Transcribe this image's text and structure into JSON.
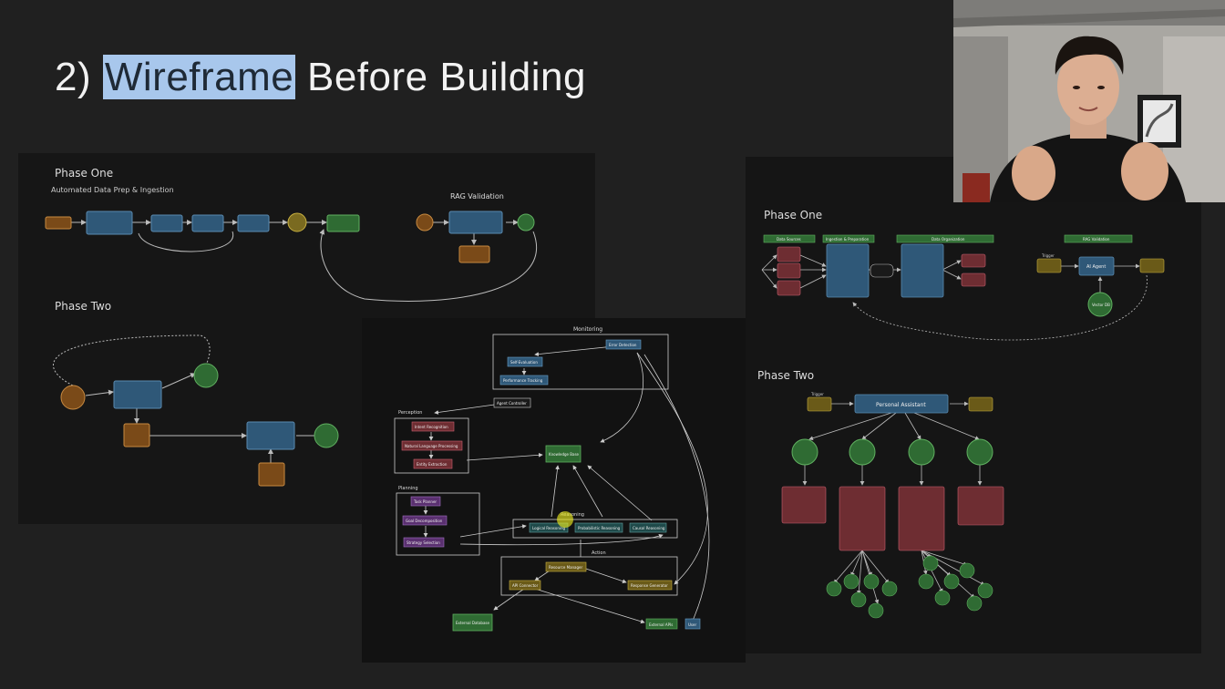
{
  "slide": {
    "title_prefix": "2) ",
    "title_highlight": "Wireframe",
    "title_suffix": " Before Building"
  },
  "left_panel": {
    "phase_one_title": "Phase One",
    "phase_one_subtitle": "Automated Data Prep & Ingestion",
    "rag_title": "RAG Validation",
    "phase_two_title": "Phase Two"
  },
  "center_panel": {
    "monitoring": "Monitoring",
    "error_detection": "Error Detection",
    "self_evaluation": "Self-Evaluation",
    "performance_tracking": "Performance Tracking",
    "agent_controller": "Agent Controller",
    "perception": "Perception",
    "intent_recognition": "Intent Recognition",
    "natural_language": "Natural Language Processing",
    "entity_extraction": "Entity Extraction",
    "knowledge_base": "Knowledge Base",
    "planning": "Planning",
    "task_planner": "Task Planner",
    "goal_decomposition": "Goal Decomposition",
    "strategy_selection": "Strategy Selection",
    "reasoning": "Reasoning",
    "logical_reasoning": "Logical Reasoning",
    "probabilistic_reasoning": "Probabilistic Reasoning",
    "causal_reasoning": "Causal Reasoning",
    "action": "Action",
    "resource_manager": "Resource Manager",
    "api_connector": "API Connector",
    "response_generator": "Response Generator",
    "external_database": "External Database",
    "external_apis": "External APIs",
    "user": "User"
  },
  "right_panel": {
    "phase_one_title": "Phase One",
    "data_sources": "Data Sources",
    "ingestion_prep": "Ingestion & Preparation",
    "data_organization": "Data Organization",
    "rag_validation": "RAG Validation",
    "trigger": "Trigger",
    "ai_agent": "AI Agent",
    "vector_db": "Vector DB",
    "phase_two_title": "Phase Two",
    "personal_assistant": "Personal Assistant",
    "input_trigger": "Trigger"
  },
  "colors": {
    "background": "#202020",
    "panel": "#161616",
    "highlight": "#a8c7ec",
    "blue_node": "#2f5878",
    "green_node": "#2f6b33",
    "orange_node": "#7a4a18",
    "red_node": "#6e2d32",
    "purple_node": "#5a3070"
  },
  "icons": {
    "webcam": "presenter-webcam"
  }
}
